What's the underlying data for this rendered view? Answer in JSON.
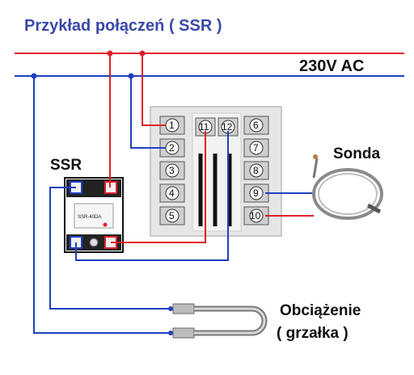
{
  "title": "Przykład połączeń ( SSR )",
  "voltage_label": "230V AC",
  "ssr_label": "SSR",
  "ssr_model": "SSR-40DA",
  "probe_label": "Sonda",
  "load_label_line1": "Obciążenie",
  "load_label_line2": "( grzałka )",
  "terminals": [
    "1",
    "2",
    "3",
    "4",
    "5",
    "6",
    "7",
    "8",
    "9",
    "10",
    "11",
    "12"
  ],
  "colors": {
    "line_red": "#e0202a",
    "line_blue": "#2040c0",
    "title_blue": "#3a49a8"
  },
  "icons": [
    "terminal-screw-icon",
    "probe-coil-icon",
    "heater-element-icon",
    "junction-dot-icon"
  ]
}
